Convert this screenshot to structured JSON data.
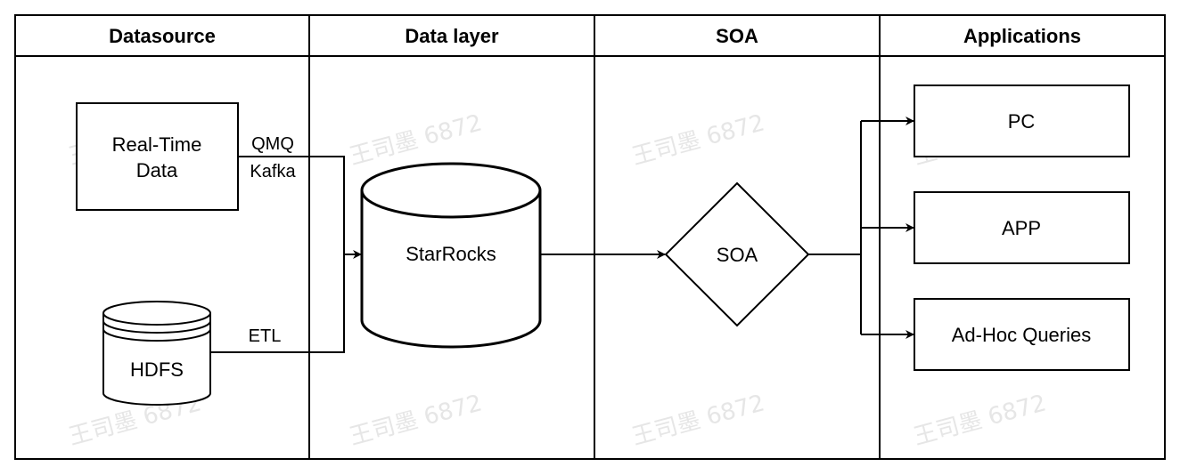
{
  "lanes": {
    "datasource": "Datasource",
    "data_layer": "Data layer",
    "soa": "SOA",
    "applications": "Applications"
  },
  "nodes": {
    "realtime": [
      "Real-Time",
      "Data"
    ],
    "hdfs": "HDFS",
    "starrocks": "StarRocks",
    "soa": "SOA",
    "pc": "PC",
    "app": "APP",
    "adhoc": "Ad-Hoc Queries"
  },
  "edges": {
    "qmq": "QMQ",
    "kafka": "Kafka",
    "etl": "ETL"
  },
  "watermark": "王司墨 6872",
  "colors": {
    "stroke": "#000000",
    "background": "#ffffff",
    "watermark": "#e6e6e6"
  }
}
